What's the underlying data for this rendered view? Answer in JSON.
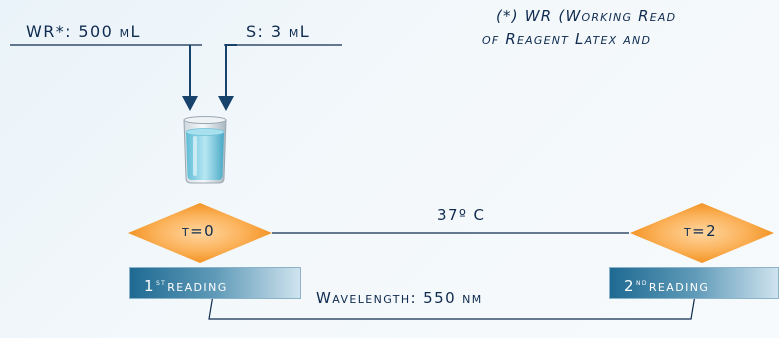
{
  "inputs": {
    "wr_label": "WR*: 500 µL",
    "s_label": "S: 3 µL"
  },
  "note": {
    "line1": "(*) WR (Working Read",
    "line2": "of Reagent Latex and"
  },
  "timeline": {
    "temperature": "37º C",
    "start": {
      "label": "t=0"
    },
    "end": {
      "label": "t=2"
    }
  },
  "readings": {
    "first": {
      "num": "1",
      "sup": "st",
      "text": "reading"
    },
    "second": {
      "num": "2",
      "sup": "nd",
      "text": "reading"
    }
  },
  "wavelength": "Wavelength: 550 nm",
  "colors": {
    "diamond": "#f59a23",
    "line": "#0f2b4f",
    "arrow": "#16426b",
    "liquid": "#8fd3e6"
  }
}
